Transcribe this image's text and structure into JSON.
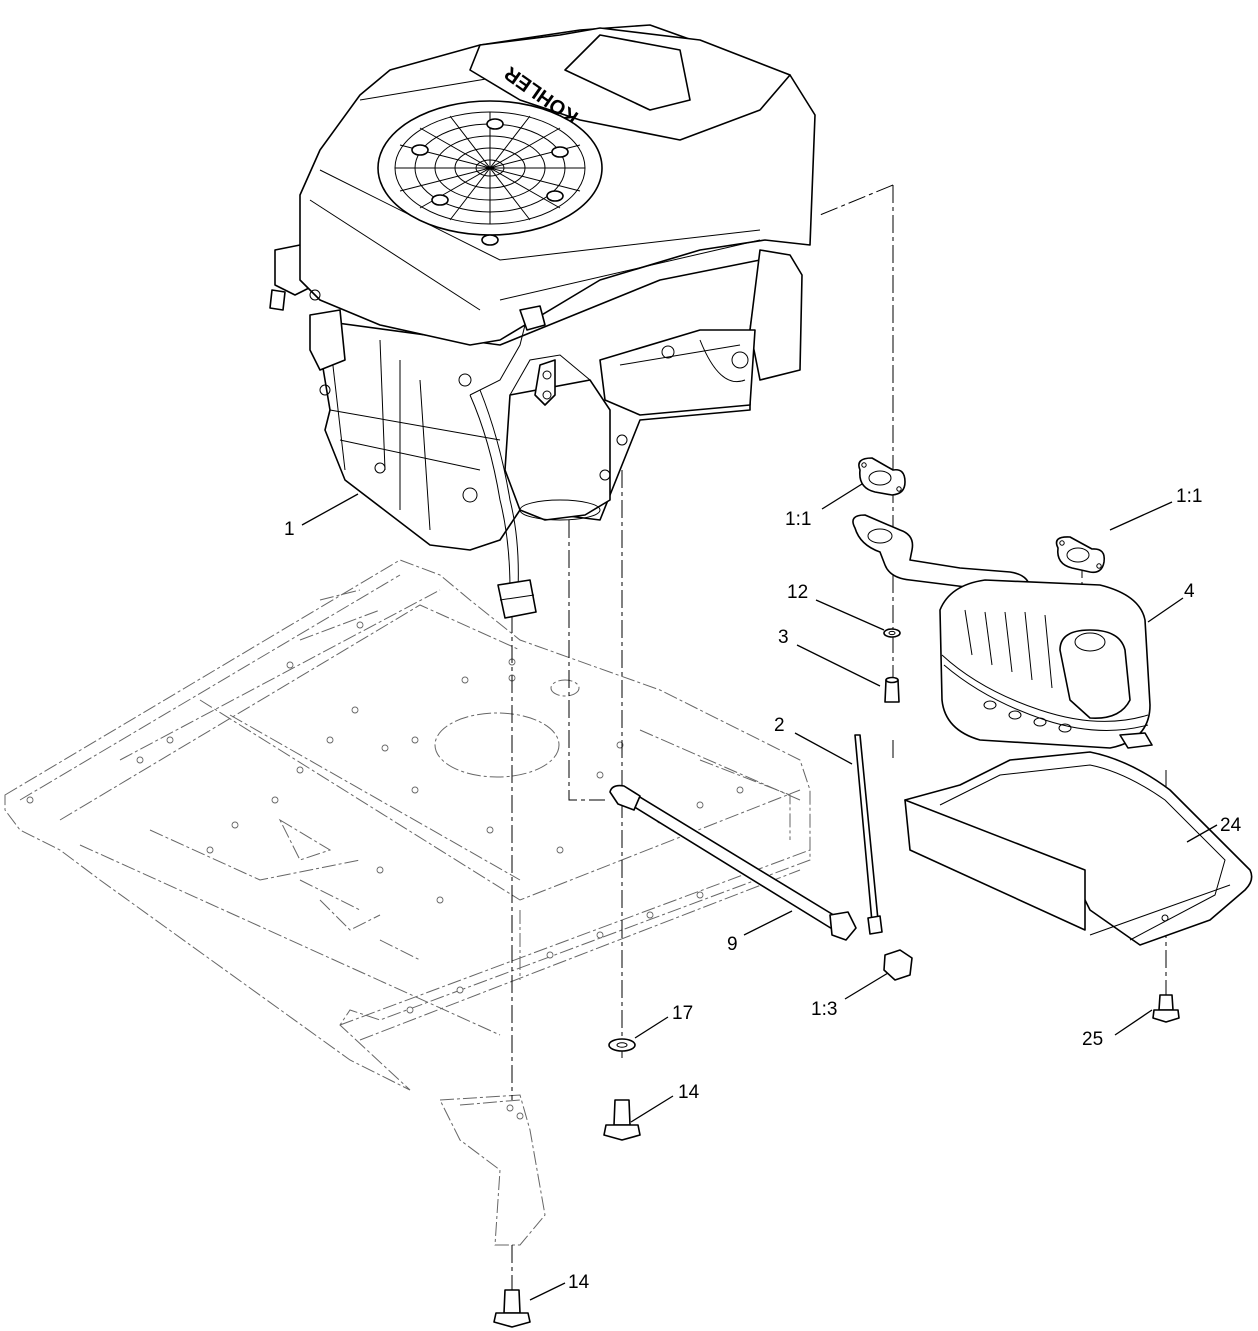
{
  "engine_brand": "KOHLER",
  "callouts": [
    {
      "id": "c1",
      "label": "1"
    },
    {
      "id": "c1-1a",
      "label": "1:1"
    },
    {
      "id": "c1-1b",
      "label": "1:1"
    },
    {
      "id": "c4",
      "label": "4"
    },
    {
      "id": "c12",
      "label": "12"
    },
    {
      "id": "c3",
      "label": "3"
    },
    {
      "id": "c2",
      "label": "2"
    },
    {
      "id": "c24",
      "label": "24"
    },
    {
      "id": "c9",
      "label": "9"
    },
    {
      "id": "c1-3",
      "label": "1:3"
    },
    {
      "id": "c17",
      "label": "17"
    },
    {
      "id": "c25",
      "label": "25"
    },
    {
      "id": "c14a",
      "label": "14"
    },
    {
      "id": "c14b",
      "label": "14"
    }
  ]
}
